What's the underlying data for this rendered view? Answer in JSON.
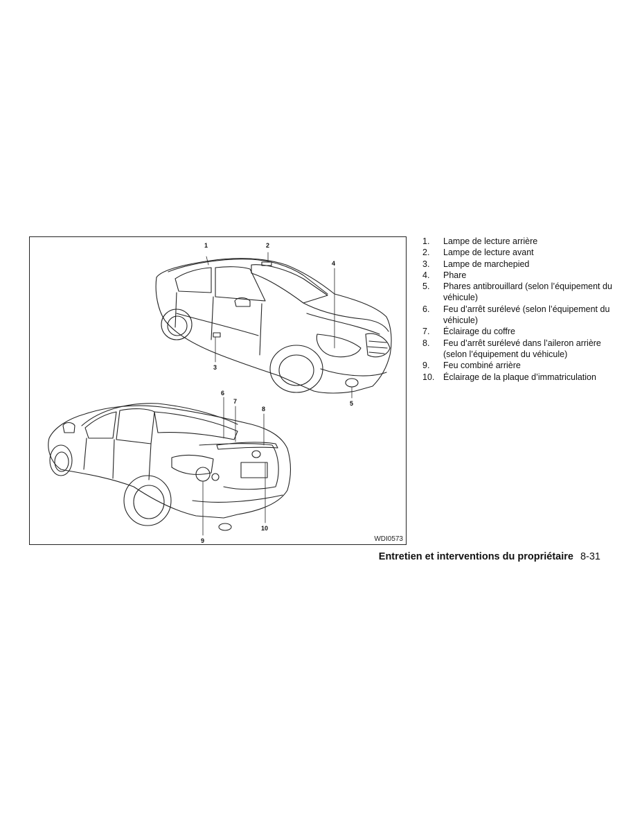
{
  "figure": {
    "code": "WDI0573",
    "callouts": [
      "1",
      "2",
      "3",
      "4",
      "5",
      "6",
      "7",
      "8",
      "9",
      "10"
    ]
  },
  "legend": [
    {
      "num": "1.",
      "text": "Lampe de lecture arrière"
    },
    {
      "num": "2.",
      "text": "Lampe de lecture avant"
    },
    {
      "num": "3.",
      "text": "Lampe de marchepied"
    },
    {
      "num": "4.",
      "text": "Phare"
    },
    {
      "num": "5.",
      "text": "Phares antibrouillard (selon l’équipement du véhicule)"
    },
    {
      "num": "6.",
      "text": "Feu d’arrêt surélevé (selon l’équipement du véhicule)"
    },
    {
      "num": "7.",
      "text": "Éclairage du coffre"
    },
    {
      "num": "8.",
      "text": "Feu d’arrêt surélevé dans l’aileron arrière (selon l’équipement du véhicule)"
    },
    {
      "num": "9.",
      "text": "Feu combiné arrière"
    },
    {
      "num": "10.",
      "text": "Éclairage de la plaque d’immatriculation"
    }
  ],
  "footer": {
    "section_title": "Entretien et interventions du propriétaire",
    "page_number": "8-31"
  }
}
